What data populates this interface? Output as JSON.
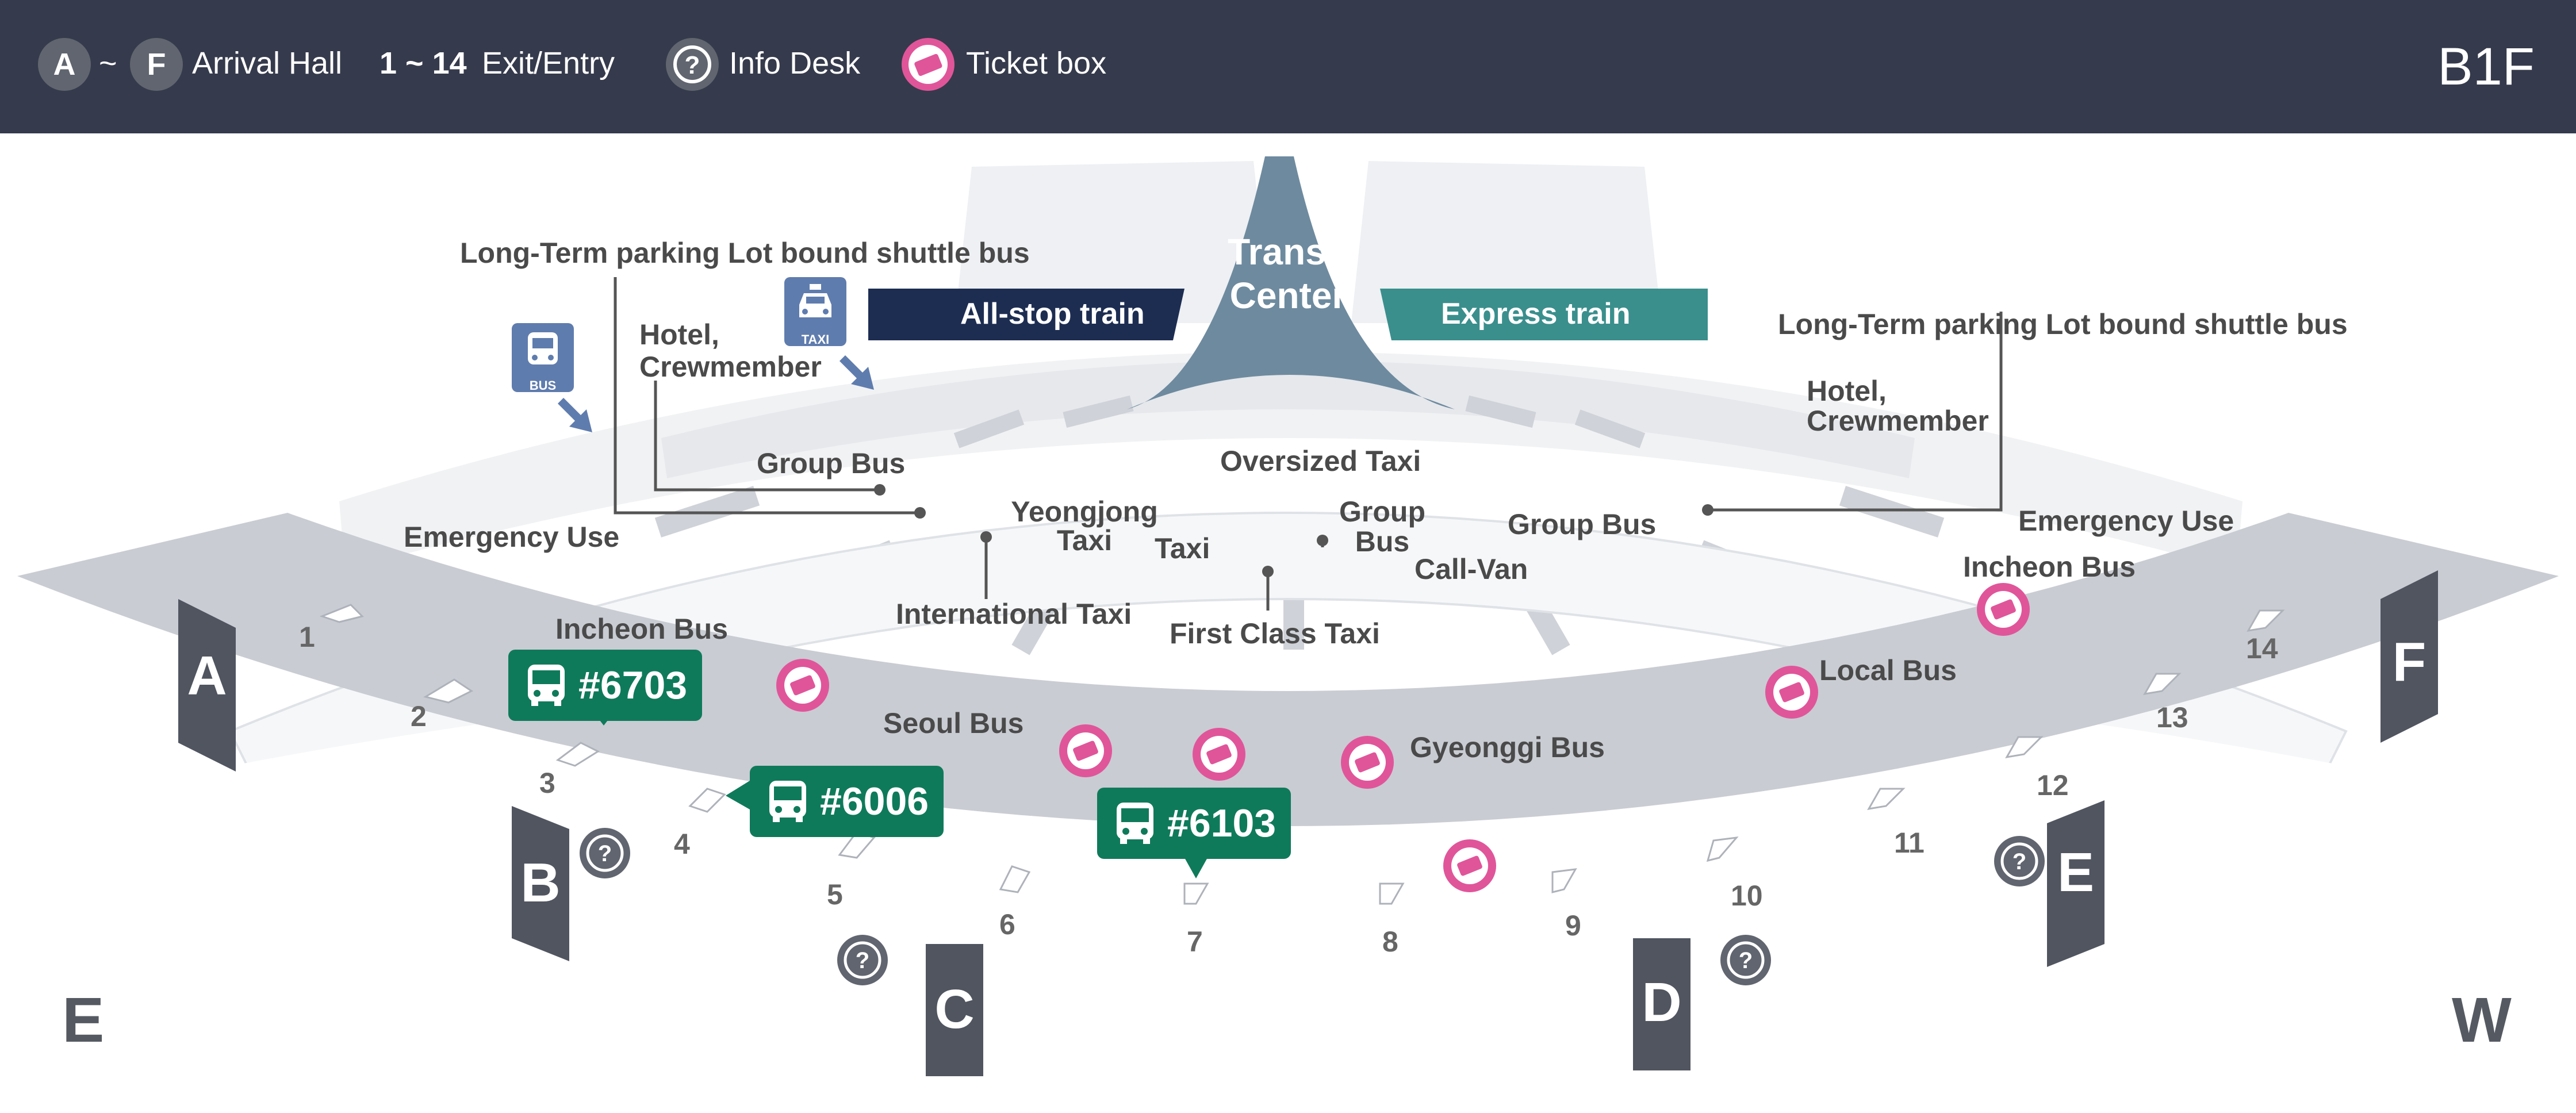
{
  "legend": {
    "hall_start": "A",
    "hall_tilde": "~",
    "hall_end": "F",
    "hall_label": "Arrival Hall",
    "exit_range": "1 ~ 14",
    "exit_label": "Exit/Entry",
    "info_label": "Info Desk",
    "ticket_label": "Ticket box",
    "info_icon": "question-icon",
    "ticket_icon": "ticket-icon",
    "floor": "B1F"
  },
  "transit_center": {
    "title_line1": "Transit",
    "title_line2": "Center",
    "all_stop": "All-stop train",
    "express": "Express train"
  },
  "callouts": {
    "shuttle_left": "Long-Term parking Lot bound shuttle bus",
    "shuttle_right": "Long-Term parking Lot bound shuttle bus",
    "hotel_left_1": "Hotel,",
    "hotel_left_2": "Crewmember",
    "hotel_right_1": "Hotel,",
    "hotel_right_2": "Crewmember",
    "taxi_icon_text": "TAXI",
    "bus_icon_text": "BUS"
  },
  "zones": {
    "group_bus_left": "Group Bus",
    "emergency_left": "Emergency Use",
    "yeongjong_1": "Yeongjong",
    "yeongjong_2": "Taxi",
    "taxi": "Taxi",
    "oversized_taxi": "Oversized Taxi",
    "group_bus_mid_1": "Group",
    "group_bus_mid_2": "Bus",
    "call_van": "Call-Van",
    "group_bus_right": "Group Bus",
    "emergency_right": "Emergency Use",
    "international_taxi": "International Taxi",
    "first_class_taxi": "First Class Taxi",
    "incheon_bus_left": "Incheon Bus",
    "incheon_bus_right": "Incheon Bus",
    "seoul_bus": "Seoul Bus",
    "gyeonggi_bus": "Gyeonggi Bus",
    "local_bus": "Local Bus"
  },
  "bus_tags": [
    "#6703",
    "#6006",
    "#6103"
  ],
  "halls": [
    "A",
    "B",
    "C",
    "D",
    "E",
    "F"
  ],
  "exits": [
    "1",
    "2",
    "3",
    "4",
    "5",
    "6",
    "7",
    "8",
    "9",
    "10",
    "11",
    "12",
    "13",
    "14"
  ],
  "directions": {
    "left": "E",
    "right": "W"
  },
  "colors": {
    "header_bg": "#353a4c",
    "all_stop_train": "#1d2d52",
    "express_train": "#3a8f8d",
    "transit_center": "#6e8a9f",
    "bus_tag": "#0f7a5a",
    "ticket_ring": "#e0559a",
    "hall_marker": "#505560",
    "floor_band": "#c9ccd3"
  }
}
